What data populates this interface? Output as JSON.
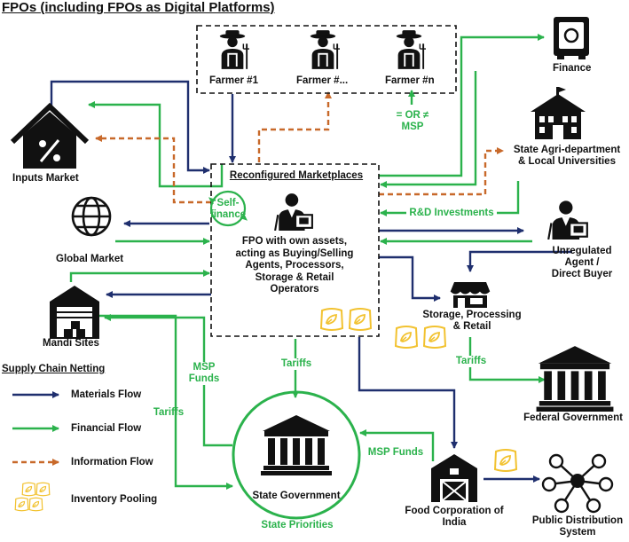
{
  "title": "FPOs (including FPOs as Digital Platforms)",
  "colors": {
    "materials": "#1f2f6e",
    "financial": "#2bb24c",
    "information": "#c8692a",
    "inventory": "#f2c230",
    "ink": "#111111"
  },
  "farmers": [
    "Farmer #1",
    "Farmer #...",
    "Farmer #n"
  ],
  "nodes": {
    "finance": "Finance",
    "state_agri": [
      "State Agri-department",
      "& Local Universities"
    ],
    "inputs_market": "Inputs Market",
    "global_market": "Global Market",
    "mandi_sites": "Mandi Sites",
    "unregulated": [
      "Unregulated",
      "Agent /",
      "Direct Buyer"
    ],
    "storage": [
      "Storage, Processing",
      "& Retail"
    ],
    "federal_gov": "Federal Government",
    "state_gov": "State Government",
    "state_priorities": "State Priorities",
    "fci": [
      "Food Corporation of",
      "India"
    ],
    "pds": [
      "Public Distribution",
      "System"
    ]
  },
  "hub": {
    "heading": "Reconfigured Marketplaces",
    "self_finance": [
      "Self-",
      "finance"
    ],
    "desc": [
      "FPO with own assets,",
      "acting as Buying/Selling",
      "Agents, Processors,",
      "Storage & Retail",
      "Operators"
    ]
  },
  "edge_labels": {
    "msp_compare": [
      "= OR ≠",
      "MSP"
    ],
    "rd": "R&D Investments",
    "tariffs_center": "Tariffs",
    "tariffs_storage": "Tariffs",
    "tariffs_left": "Tariffs",
    "msp_funds_left": [
      "MSP",
      "Funds"
    ],
    "msp_funds_fci": "MSP Funds"
  },
  "legend": {
    "title": "Supply Chain Netting",
    "items": [
      {
        "label": "Materials Flow",
        "kind": "materials"
      },
      {
        "label": "Financial Flow",
        "kind": "financial"
      },
      {
        "label": "Information Flow",
        "kind": "information"
      },
      {
        "label": "Inventory Pooling",
        "kind": "inventory"
      }
    ]
  }
}
